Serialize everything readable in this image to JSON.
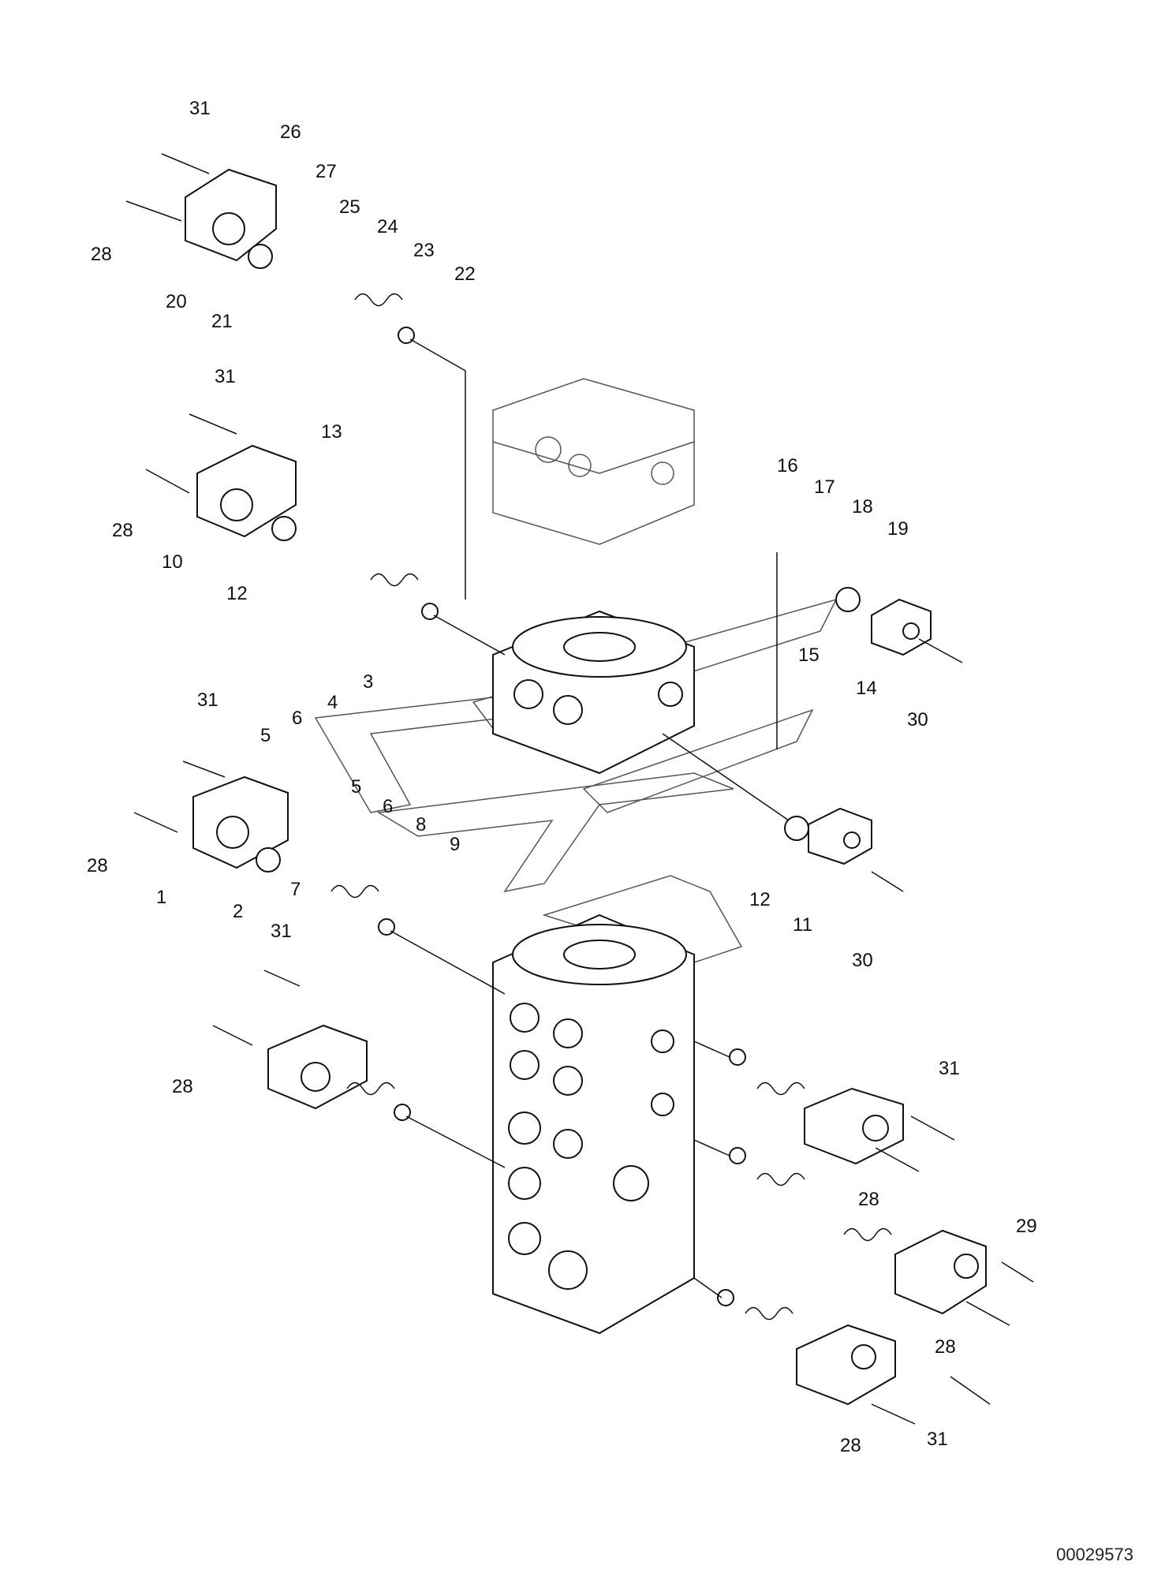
{
  "diagram": {
    "doc_number": "00029573",
    "callouts": [
      "31",
      "26",
      "27",
      "25",
      "24",
      "23",
      "22",
      "28",
      "20",
      "21",
      "31",
      "13",
      "28",
      "10",
      "12",
      "16",
      "17",
      "18",
      "19",
      "15",
      "14",
      "30",
      "31",
      "3",
      "4",
      "6",
      "5",
      "5",
      "6",
      "8",
      "9",
      "28",
      "1",
      "2",
      "7",
      "12",
      "11",
      "30",
      "31",
      "28",
      "31",
      "28",
      "29",
      "28",
      "31",
      "28"
    ],
    "colors": {
      "line": "#111111",
      "watermark": "#666666"
    }
  }
}
